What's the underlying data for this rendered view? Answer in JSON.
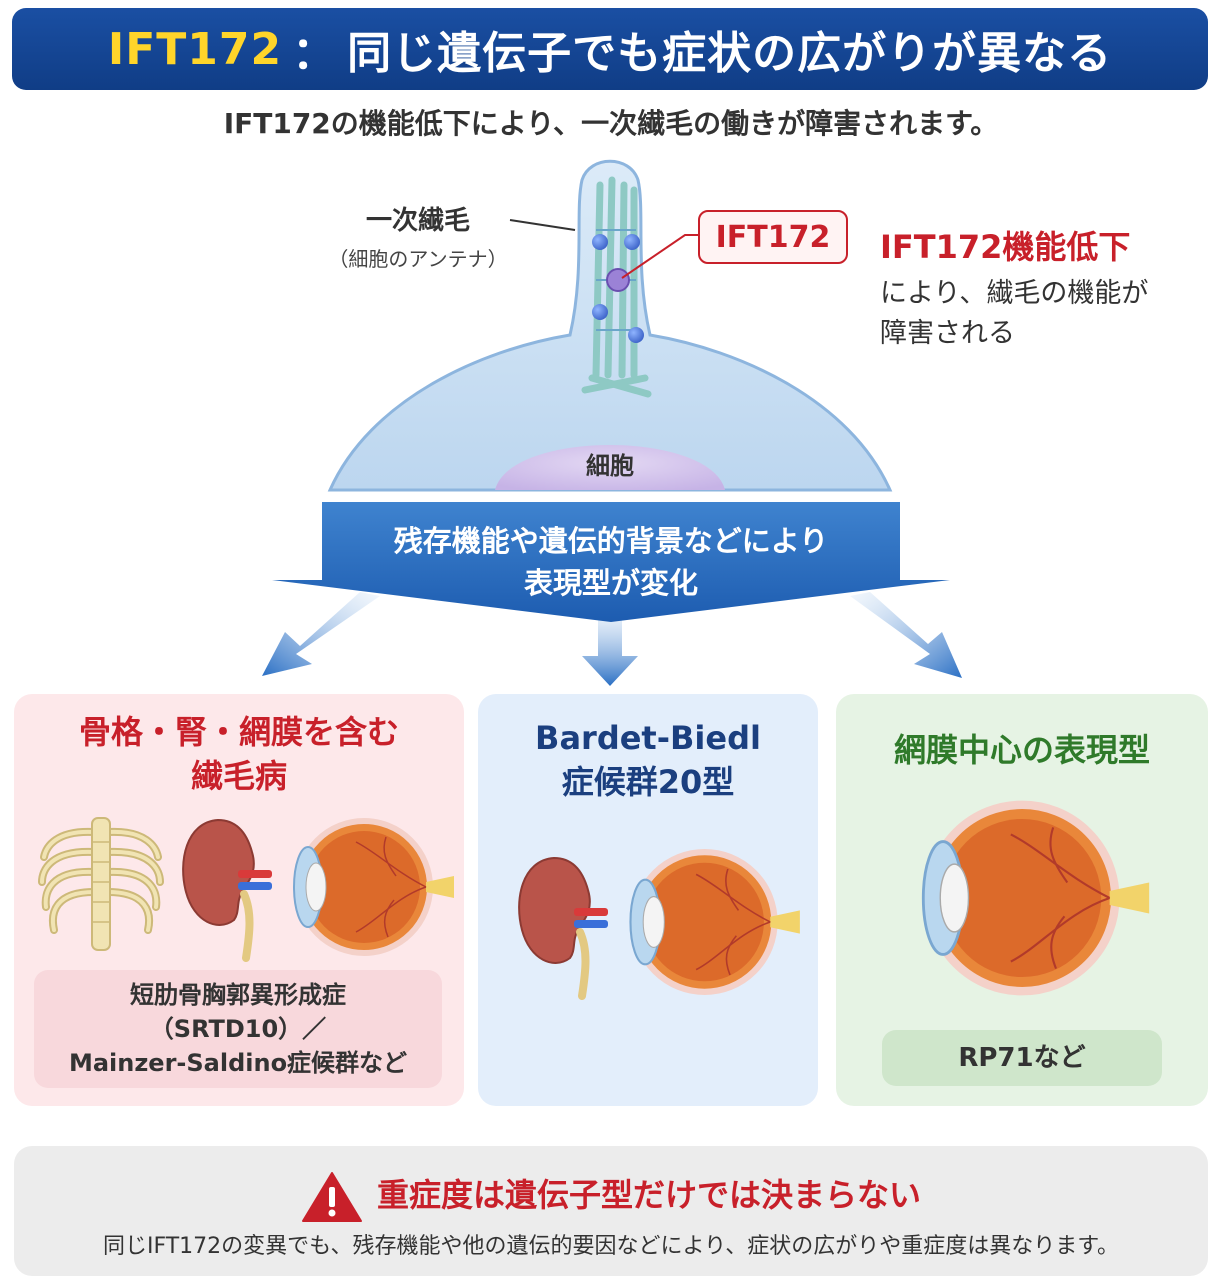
{
  "header": {
    "title_accent": "IFT172",
    "title_sep": "：",
    "title_rest": "同じ遺伝子でも症状の広がりが異なる"
  },
  "subtitle": "IFT172の機能低下により、一次繊毛の働きが障害されます。",
  "diagram": {
    "cilium_label": "一次繊毛",
    "cilium_sublabel": "（細胞のアンテナ）",
    "protein_label": "IFT172",
    "cell_label": "細胞",
    "note_title": "IFT172機能低下",
    "note_line1": "により、繊毛の機能が",
    "note_line2": "障害される"
  },
  "banner": {
    "line1": "残存機能や遺伝的背景などにより",
    "line2": "表現型が変化"
  },
  "cards": [
    {
      "title_line1": "骨格・腎・網膜を含む",
      "title_line2": "繊毛病",
      "desc_line1": "短肋骨胸郭異形成症",
      "desc_line2": "（SRTD10）／",
      "desc_line3": "Mainzer-Saldino症候群など",
      "icons": [
        "ribcage-icon",
        "kidney-icon",
        "eye-icon"
      ]
    },
    {
      "title_line1": "Bardet-Biedl",
      "title_line2": "症候群20型",
      "icons": [
        "kidney-icon",
        "eye-icon"
      ]
    },
    {
      "title_line1": "網膜中心の表現型",
      "desc": "RP71など",
      "icons": [
        "eye-icon"
      ]
    }
  ],
  "warning": {
    "icon": "warning-triangle-icon",
    "title": "重症度は遺伝子型だけでは決まらない",
    "body": "同じIFT172の変異でも、残存機能や他の遺伝的要因などにより、症状の広がりや重症度は異なります。"
  },
  "colors": {
    "header": "#1a4fa3",
    "accent": "#ffd52a",
    "alert_red": "#c8202a",
    "pink_card": "#fde8ea",
    "blue_card": "#e3eefb",
    "green_card": "#e6f3e4"
  }
}
